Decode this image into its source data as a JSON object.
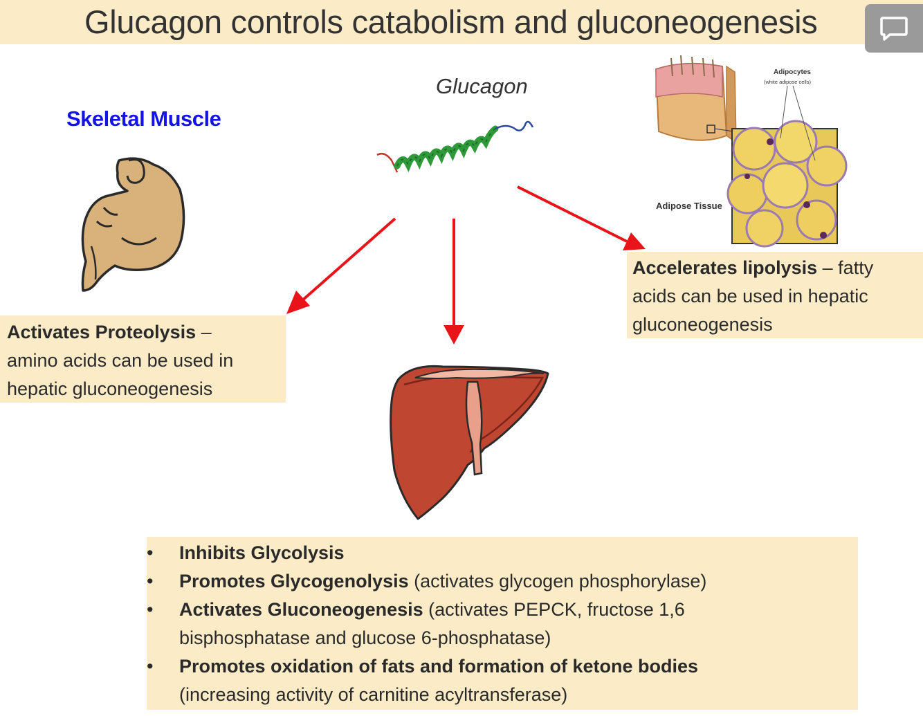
{
  "title": "Glucagon controls catabolism and gluconeogenesis",
  "glucagon_label": "Glucagon",
  "muscle_label": "Skeletal Muscle",
  "adipose": {
    "adipocytes_label": "Adipocytes",
    "adipocytes_sub": "(white adipose cells)",
    "tissue_label": "Adipose Tissue"
  },
  "left_box": {
    "bold": "Activates Proteolysis",
    "dash": " –",
    "line2": "amino acids can be used in",
    "line3": "hepatic  gluconeogenesis"
  },
  "right_box": {
    "bold": "Accelerates lipolysis",
    "rest": " – fatty",
    "line2": "acids can  be used in hepatic",
    "line3": "gluconeogenesis"
  },
  "bottom_box": {
    "bullet": "•",
    "b1_bold": "Inhibits Glycolysis",
    "b2_bold": "Promotes Glycogenolysis",
    "b2_rest": " (activates glycogen phosphorylase)",
    "b3_bold": "Activates Gluconeogenesis",
    "b3_rest": " (activates PEPCK, fructose  1,6",
    "b3_line2": "bisphosphatase and glucose 6-phosphatase)",
    "b4_bold": "Promotes oxidation of fats and formation of ketone  bodies",
    "b4_line2": "(increasing activity of carnitine acyltransferase)"
  },
  "colors": {
    "box_bg": "#fbecc7",
    "arrow": "#e8141a",
    "muscle_label": "#1414e6",
    "liver": "#b8412e",
    "helix": "#2e9a3a"
  },
  "icons": {
    "chat": "chat-bubble-icon",
    "muscle": "flexed-arm-icon",
    "liver": "liver-icon",
    "glucagon": "protein-helix-icon",
    "adipose": "adipose-tissue-icon"
  }
}
